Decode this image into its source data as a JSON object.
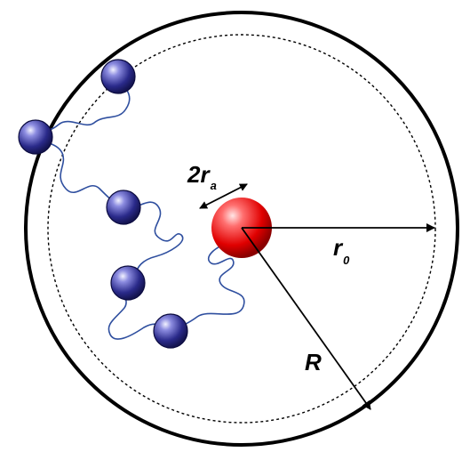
{
  "labels": {
    "gap_prefix": "2r",
    "gap_sub": "a",
    "inner_radius": "r",
    "inner_radius_sub": "0",
    "outer_radius": "R"
  },
  "colors": {
    "outline": "#000000",
    "chain": "#2f4f9f",
    "bead": "#2a2a8a",
    "center_sphere": "#d00000"
  }
}
